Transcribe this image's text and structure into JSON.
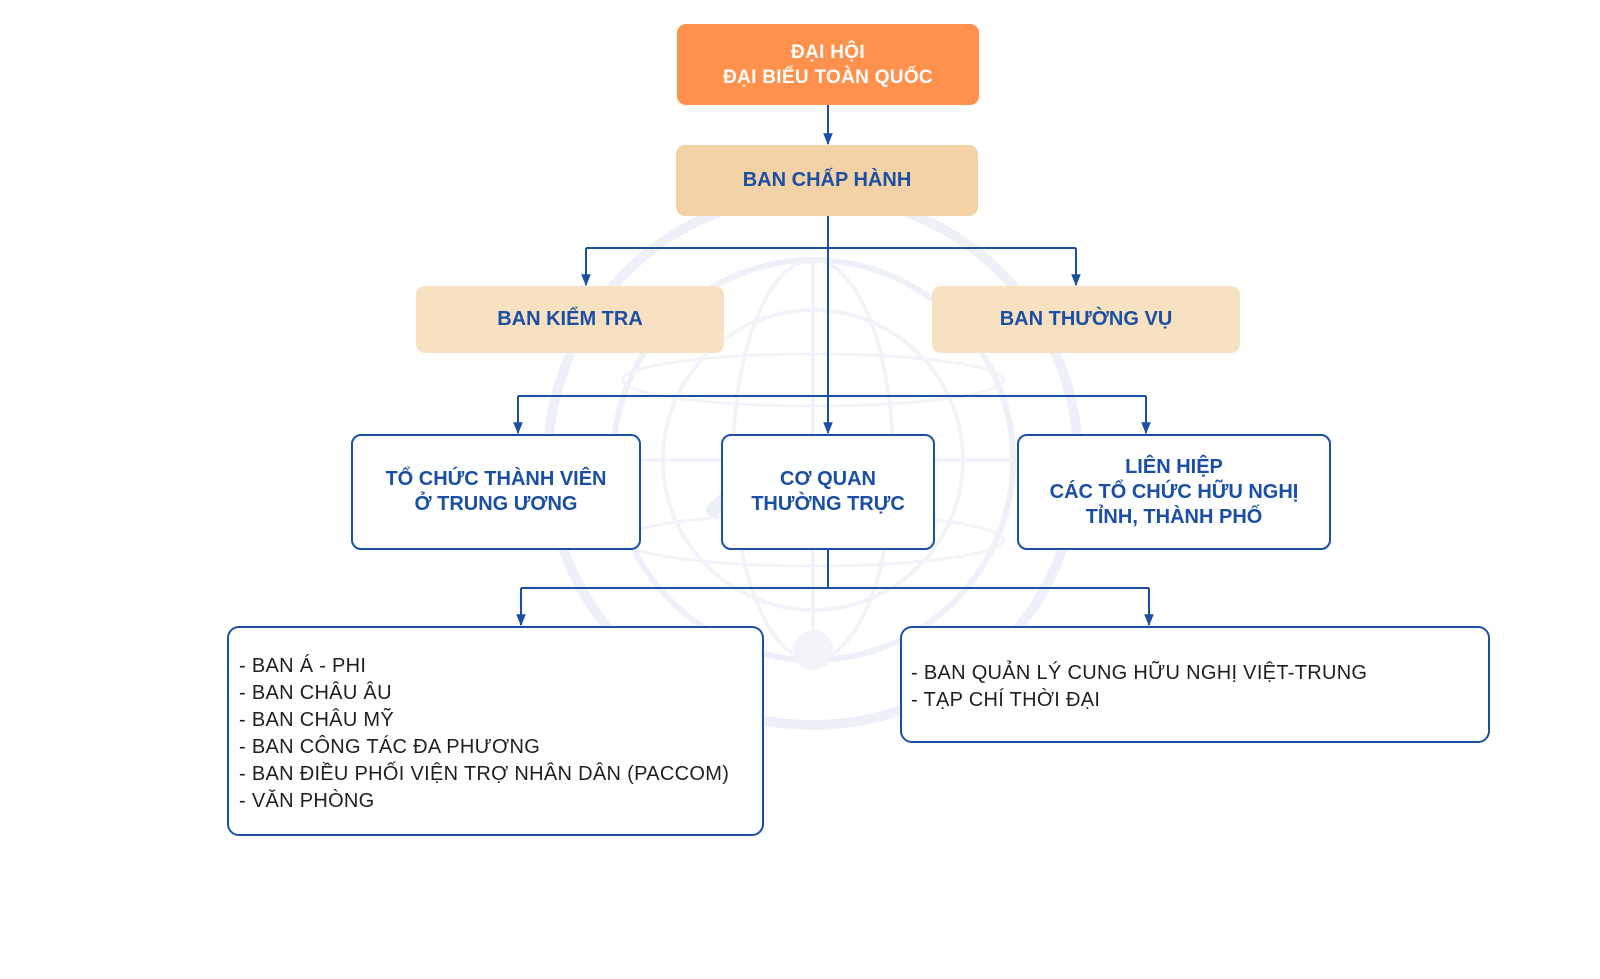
{
  "chart_data": {
    "type": "diagram",
    "diagram_type": "organizational-chart",
    "nodes": [
      {
        "id": "congress",
        "lines": [
          "ĐẠI HỘI",
          "ĐẠI BIỂU TOÀN QUỐC"
        ],
        "fill": "#ff914d",
        "text_color": "#ffffff"
      },
      {
        "id": "executive",
        "lines": [
          "BAN CHẤP HÀNH"
        ],
        "fill": "#f3d3a6",
        "text_color": "#1b4fa3"
      },
      {
        "id": "inspection",
        "lines": [
          "BAN KIỂM TRA"
        ],
        "fill": "#f7e1c1",
        "text_color": "#1b4fa3"
      },
      {
        "id": "standing",
        "lines": [
          "BAN THƯỜNG VỤ"
        ],
        "fill": "#f7e1c1",
        "text_color": "#1b4fa3"
      },
      {
        "id": "central_members",
        "lines": [
          "TỔ CHỨC THÀNH VIÊN",
          "Ở TRUNG ƯƠNG"
        ],
        "fill": "#ffffff",
        "border": "#1b4fa3"
      },
      {
        "id": "standing_agency",
        "lines": [
          "CƠ QUAN",
          "THƯỜNG TRỰC"
        ],
        "fill": "#ffffff",
        "border": "#1b4fa3"
      },
      {
        "id": "provincial_unions",
        "lines": [
          "LIÊN HIỆP",
          "CÁC TỔ CHỨC HỮU NGHỊ",
          "TỈNH, THÀNH PHỐ"
        ],
        "fill": "#ffffff",
        "border": "#1b4fa3"
      },
      {
        "id": "departments",
        "items": [
          "- BAN Á - PHI",
          "- BAN CHÂU ÂU",
          "- BAN CHÂU MỸ",
          "- BAN CÔNG TÁC ĐA PHƯƠNG",
          "- BAN ĐIỀU PHỐI VIỆN TRỢ NHÂN DÂN (PACCOM)",
          "- VĂN PHÒNG"
        ]
      },
      {
        "id": "units",
        "items": [
          "- BAN QUẢN LÝ CUNG HỮU NGHỊ VIỆT-TRUNG",
          "- TẠP CHÍ THỜI ĐẠI"
        ]
      }
    ],
    "edges": [
      {
        "from": "congress",
        "to": "executive"
      },
      {
        "from": "executive",
        "to": "inspection"
      },
      {
        "from": "executive",
        "to": "standing"
      },
      {
        "from": "executive",
        "to": "central_members"
      },
      {
        "from": "executive",
        "to": "standing_agency"
      },
      {
        "from": "executive",
        "to": "provincial_unions"
      },
      {
        "from": "standing_agency",
        "to": "departments"
      },
      {
        "from": "standing_agency",
        "to": "units"
      }
    ],
    "line_color": "#1b4fa3",
    "watermark_color": "#eef0f7"
  }
}
